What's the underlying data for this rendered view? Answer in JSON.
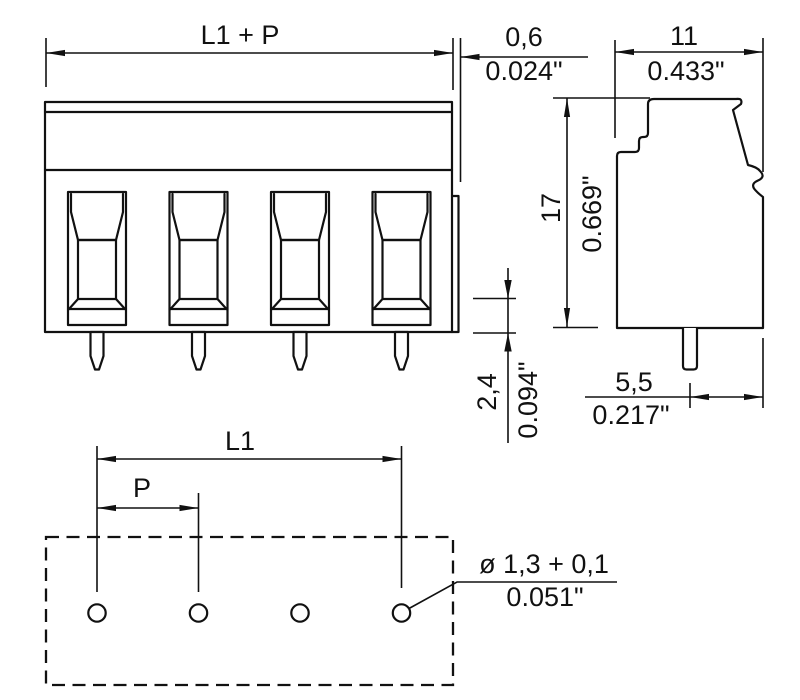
{
  "colors": {
    "line": "#111111",
    "background": "#ffffff"
  },
  "labels": {
    "front_total_width": "L1 + P",
    "end_wall": {
      "mm": "0,6",
      "inch": "0.024\""
    },
    "side_width": {
      "mm": "11",
      "inch": "0.433\""
    },
    "side_height": {
      "mm": "17",
      "inch": "0.669\""
    },
    "pin_setback": {
      "mm": "2,4",
      "inch": "0.094\""
    },
    "pin_to_edge": {
      "mm": "5,5",
      "inch": "0.217\""
    },
    "hole_span": "L1",
    "pitch": "P",
    "hole_dia": {
      "mm": "ø 1,3 + 0,1",
      "inch": "0.051\""
    }
  }
}
